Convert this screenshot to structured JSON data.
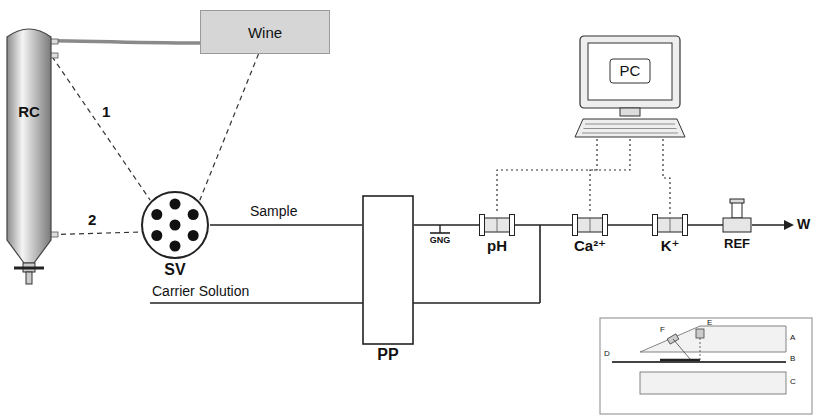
{
  "diagram": {
    "nodes": [
      {
        "text": [
          "Wine"
        ]
      },
      {
        "text": [
          "RC"
        ]
      },
      {
        "text": [
          "SV"
        ]
      },
      {
        "text": [
          "PP"
        ]
      },
      {
        "text": [
          "PC"
        ]
      },
      {
        "text": [
          "pH"
        ]
      },
      {
        "text": [
          "Ca²⁺"
        ]
      },
      {
        "text": [
          "K⁺"
        ]
      },
      {
        "text": [
          "REF"
        ]
      }
    ],
    "edges": [
      {
        "from": 0,
        "to": 1,
        "arrow": "none"
      },
      {
        "from": 0,
        "to": 2,
        "arrow": "none"
      },
      {
        "from": 1,
        "to": 2,
        "label": "1",
        "arrow": "none"
      },
      {
        "from": 1,
        "to": 2,
        "label": "2",
        "arrow": "none"
      },
      {
        "from": 2,
        "to": 3,
        "label": "Sample",
        "arrow": "none"
      },
      {
        "from": 3,
        "to": 5,
        "arrow": "none"
      },
      {
        "from": 5,
        "to": 6,
        "arrow": "none"
      },
      {
        "from": 6,
        "to": 7,
        "arrow": "none"
      },
      {
        "from": 7,
        "to": 8,
        "arrow": "none"
      },
      {
        "from": 4,
        "to": 5,
        "arrow": "none"
      },
      {
        "from": 4,
        "to": 6,
        "arrow": "none"
      },
      {
        "from": 4,
        "to": 7,
        "arrow": "none"
      }
    ],
    "labels": [
      "Carrier Solution",
      "GNG",
      "W",
      "A",
      "B",
      "C",
      "D",
      "E",
      "F"
    ]
  }
}
